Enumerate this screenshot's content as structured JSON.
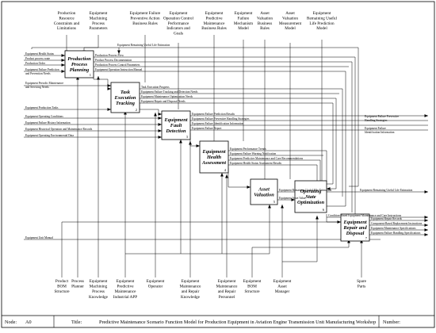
{
  "controls": [
    [
      "Production",
      "Resource",
      "Constraints and",
      "Limitations"
    ],
    [
      "Equipment",
      "Machining",
      "Process",
      "Parameters"
    ],
    [
      "Equipment Failure",
      "Preventive Action",
      "Business Rules"
    ],
    [
      "Equipment",
      "Operation Control",
      "Performance",
      "Indicators and",
      "Goals"
    ],
    [
      "Equipment",
      "Predictive",
      "Maintenance",
      "Business Rules"
    ],
    [
      "Equipment",
      "Failure",
      "Mechanism",
      "Model"
    ],
    [
      "Asset",
      "Valuation",
      "Business",
      "Rules"
    ],
    [
      "Asset",
      "Valuation",
      "Measurement",
      "Model"
    ],
    [
      "Equipment",
      "Remaining Useful",
      "Life Prediction",
      "Model"
    ]
  ],
  "mechanisms": [
    [
      "Product",
      "BOM",
      "Structure"
    ],
    [
      "Process",
      "Planner"
    ],
    [
      "Equipment",
      "Machining",
      "Process",
      "Knowledge"
    ],
    [
      "Equipment",
      "Predictive",
      "Maintenance",
      "Industrial APP"
    ],
    [
      "Equipment",
      "Operator"
    ],
    [
      "Equipment",
      "Maintenance",
      "and Repair",
      "Knowledge"
    ],
    [
      "Equipment",
      "Maintenance",
      "and Repair",
      "Personnel"
    ],
    [
      "Equipment",
      "BOM",
      "Structure"
    ],
    [
      "Equipment",
      "Asset",
      "Manager"
    ],
    [
      "Spare",
      "Parts"
    ]
  ],
  "activities": [
    {
      "title": [
        "Production",
        "Process",
        "Planning"
      ],
      "num": "1"
    },
    {
      "title": [
        "Task",
        "Execution",
        "Tracking"
      ],
      "num": "2"
    },
    {
      "title": [
        "Equipment",
        "Fault",
        "Detection"
      ],
      "num": "3"
    },
    {
      "title": [
        "Equipment",
        "Health",
        "Assessment"
      ],
      "num": "4"
    },
    {
      "title": [
        "Asset",
        "Valuation"
      ],
      "num": "5"
    },
    {
      "title": [
        "Operating",
        "State",
        "Optimization"
      ],
      "num": "6"
    },
    {
      "title": [
        "Equipment",
        "Repair and",
        "Disposal"
      ],
      "num": "7"
    }
  ],
  "labels": {
    "rul_top": "Equipment Remaining Useful Life Estimation",
    "in_health_status": "Equipment Health Status",
    "in_product_route": "Product process route",
    "in_production_order": "Production Order",
    "in_failure_prediction": [
      "Equipment Failure Prediction",
      "and Prevention Needs"
    ],
    "in_periodic": [
      "Equipment Periodic Maintenance",
      "and Servicing Needs"
    ],
    "in_production_tasks": "Equipment Production Tasks",
    "in_operating_cond": "Equipment Operating Conditions",
    "in_failure_history": "Equipment Failure History Information",
    "in_historical": "Equipment Historical Operation and Maintenance Records",
    "in_environmental": "Equipment Operating Environmental Data",
    "in_unit_manual": "Equipment Unit Manual",
    "a1_outputs": [
      "Production Process Flow",
      "Product Process Documentation",
      "Production Process Control Parameters",
      "Equipment Operation Instruction Manual"
    ],
    "a2_outputs": [
      "Task Execution Progress",
      "Equipment Failure Tracking and Detection Needs",
      "Equipment Maintenance Optimization Needs",
      "Equipment Repair and Disposal Needs"
    ],
    "a3_outputs": [
      "Equipment Failure Prediction Results",
      "Equipment Failure Preventive Handling Strategies",
      "Equipment Failure Identification Information",
      "Equipment Failure Report"
    ],
    "a4_outputs": [
      "Equipment Performance Trends",
      "Equipment Failure Warning Notification",
      "Equipment Predictive Maintenance and Care Recommendations",
      "Equipment Health Status Assessment Results"
    ],
    "a5_rul": "Equipment Remaining Useful Life Estimation",
    "a5_rul_out": "Equipment Remaining Useful Life Estimation",
    "a5_asset_value": "Equipment Asset Value",
    "a6_output": "Condition-Based Equipment Maintenance and Care Instructions",
    "out_preventive": [
      "Equipment Failure Preventive",
      "Handling Strategies"
    ],
    "out_identification": [
      "Equipment Failure",
      "Identification Information"
    ],
    "a7_outputs": [
      "Equipment Repair Records",
      "Component-Based Replacement Instructions",
      "Equipment Maintenance Specifications",
      "Equipment Failure Handling Specifications"
    ]
  },
  "footer": {
    "node_label": "Node:",
    "node_value": "A0",
    "title_label": "Title:",
    "title_value": "Predictive Maintenance Scenario Function Model for Production Equipment in Aviation Engine Transmission Unit Manufacturing Workshop",
    "number_label": "Number:"
  }
}
